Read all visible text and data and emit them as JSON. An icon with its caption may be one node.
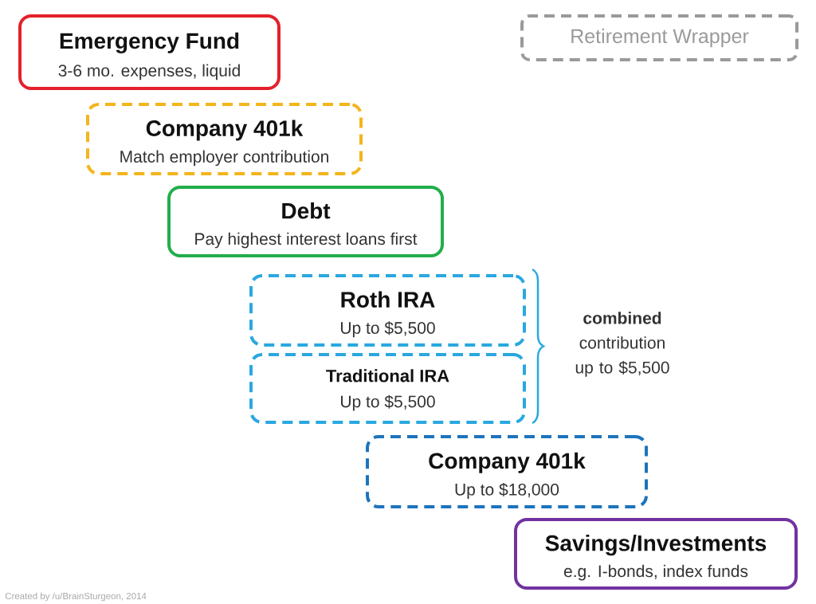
{
  "diagram": {
    "nodes": [
      {
        "text": [
          "Emergency Fund",
          "3-6 mo. expenses, liquid"
        ]
      },
      {
        "text": [
          "Company 401k",
          "Match employer contribution"
        ]
      },
      {
        "text": [
          "Debt",
          "Pay highest interest loans first"
        ]
      },
      {
        "text": [
          "Roth IRA",
          "Up to $5,500"
        ]
      },
      {
        "text": [
          "Traditional IRA",
          "Up to $5,500"
        ]
      },
      {
        "text": [
          "Company 401k",
          "Up to $18,000"
        ]
      },
      {
        "text": [
          "Savings/Investments",
          "e.g. I-bonds, index funds"
        ]
      }
    ],
    "labels": [
      "**combined** contribution up to $5,500",
      "Created by /u/BrainSturgeon, 2014"
    ],
    "legend": [
      {
        "text": "Retirement Wrapper"
      }
    ]
  }
}
